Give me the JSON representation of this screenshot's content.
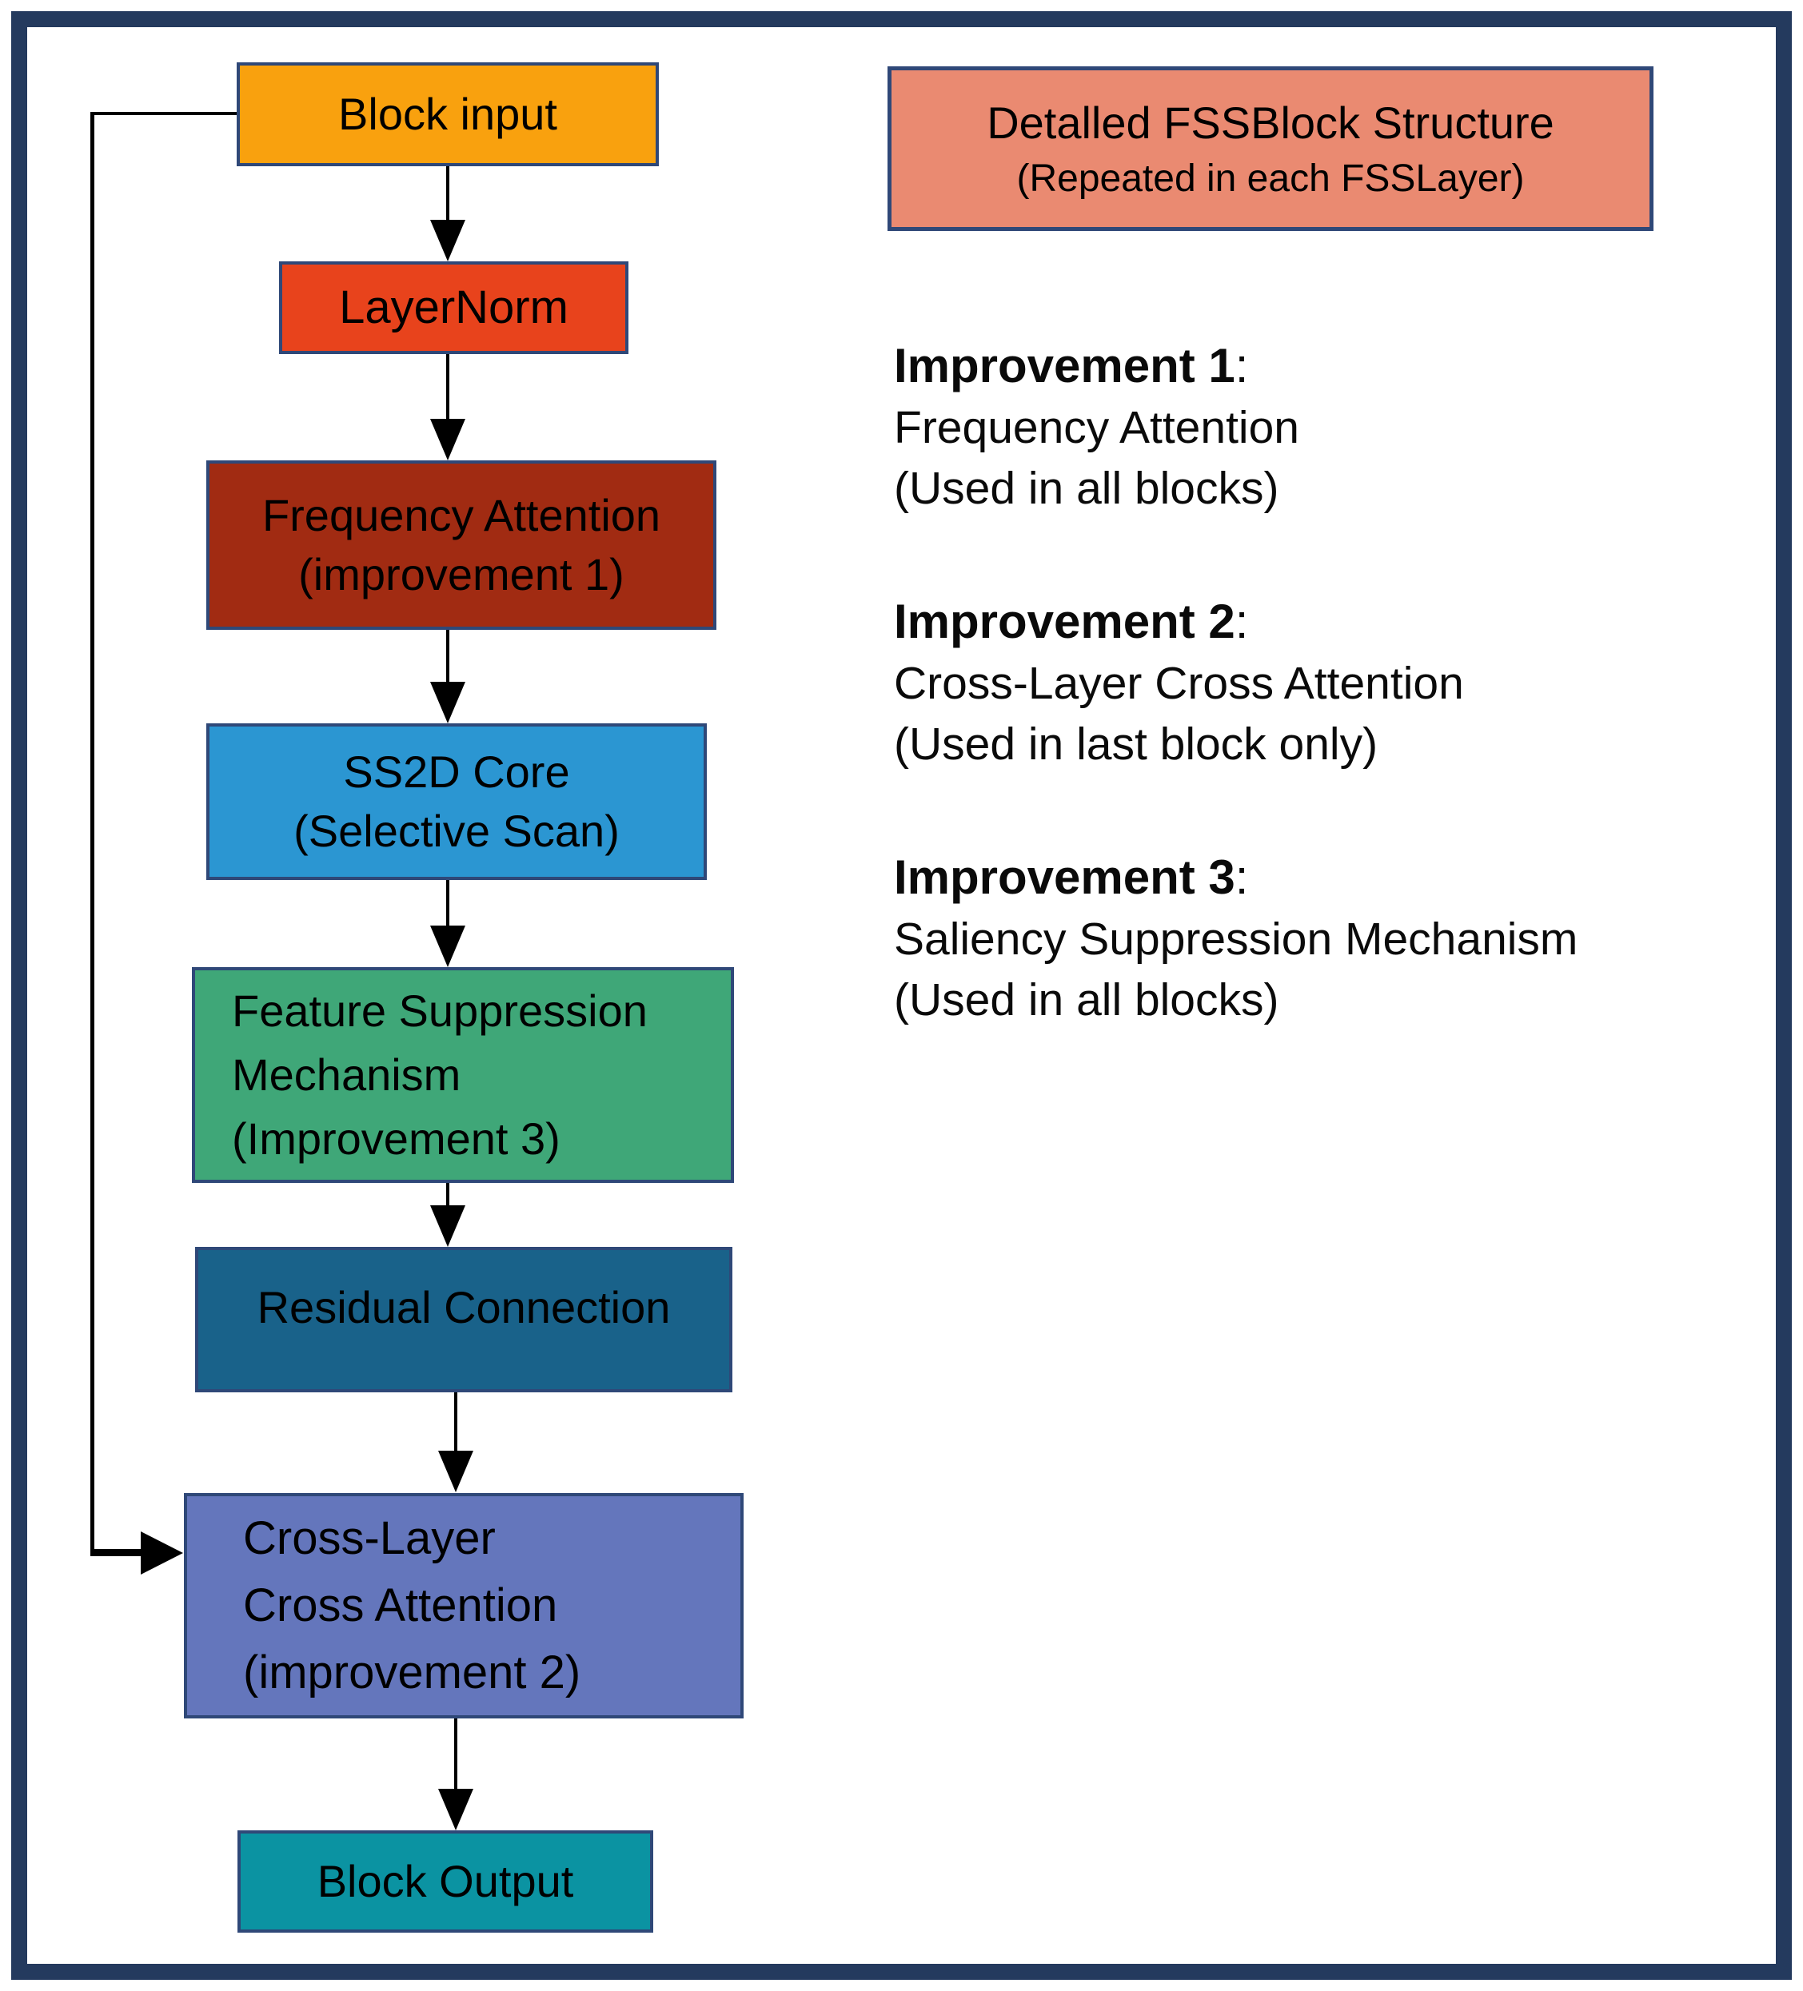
{
  "title_box": {
    "line1": "Detalled FSSBlock Structure",
    "line2": "(Repeated in each FSSLayer)"
  },
  "flow": {
    "boxes": [
      {
        "id": "block-input",
        "lines": [
          "Block input"
        ]
      },
      {
        "id": "layernorm",
        "lines": [
          "LayerNorm"
        ]
      },
      {
        "id": "frequency-attention",
        "lines": [
          "Frequency Attention",
          "(improvement 1)"
        ]
      },
      {
        "id": "ss2d-core",
        "lines": [
          "SS2D Core",
          "(Selective Scan)"
        ]
      },
      {
        "id": "feature-suppression",
        "lines": [
          "Feature Suppression",
          "Mechanism",
          "(Improvement 3)"
        ]
      },
      {
        "id": "residual-connection",
        "lines": [
          "Residual Connection"
        ]
      },
      {
        "id": "cross-layer-cross-attention",
        "lines": [
          "Cross-Layer",
          "Cross Attention",
          "(improvement 2)"
        ]
      },
      {
        "id": "block-output",
        "lines": [
          "Block Output"
        ]
      }
    ]
  },
  "annotations": [
    {
      "heading": "Improvement 1",
      "colon": ":",
      "line2": "Frequency Attention",
      "line3": "(Used in all blocks)"
    },
    {
      "heading": "Improvement 2",
      "colon": ":",
      "line2": "Cross-Layer Cross Attention",
      "line3": "(Used in last block only)"
    },
    {
      "heading": "Improvement 3",
      "colon": ":",
      "line2": "Saliency Suppression Mechanism",
      "line3": "(Used in all blocks)"
    }
  ],
  "colors": {
    "frame": "#243A5E",
    "box_border": "#2F4878",
    "block_input": "#F9A10E",
    "layernorm": "#E8431C",
    "frequency_attention": "#A12B12",
    "ss2d_core": "#2B96D2",
    "feature_suppression": "#3FA778",
    "residual_connection": "#19628A",
    "cross_layer": "#6476BC",
    "block_output": "#0B93A2",
    "title_box": "#EA8A71",
    "connector": "#000000"
  }
}
